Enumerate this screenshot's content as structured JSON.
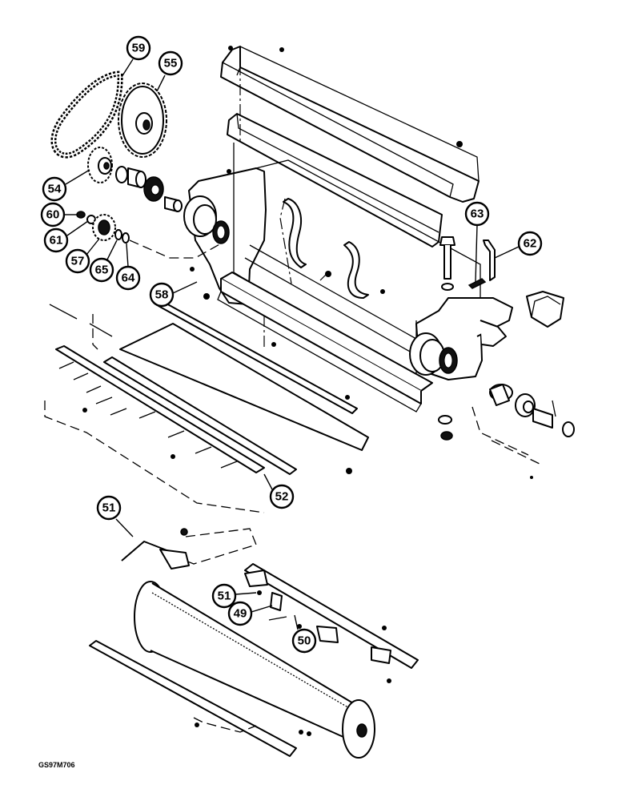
{
  "figure": {
    "reference_code": "GS97M706"
  },
  "callouts": {
    "c59": "59",
    "c55": "55",
    "c54": "54",
    "c60": "60",
    "c61": "61",
    "c57": "57",
    "c65": "65",
    "c64": "64",
    "c63": "63",
    "c62": "62",
    "c58": "58",
    "c52": "52",
    "c51a": "51",
    "c51b": "51",
    "c49": "49",
    "c50": "50"
  }
}
